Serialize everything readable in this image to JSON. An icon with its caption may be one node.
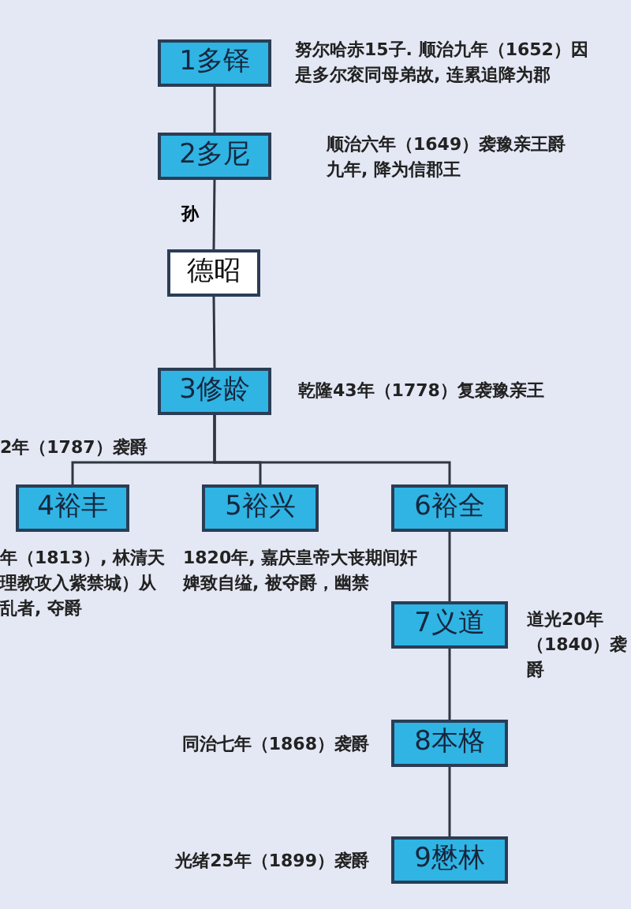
{
  "diagram": {
    "nodes": [
      {
        "text": [
          "1多铎"
        ],
        "beside": [
          "努尔哈赤15子. 顺治九年（1652）因是多尔衮同母弟故, 连累追降为郡"
        ]
      },
      {
        "text": [
          "2多尼"
        ],
        "beside": [
          "顺治六年（1649）袭豫亲王爵九年, 降为信郡王"
        ]
      },
      {
        "text": [
          "德昭"
        ]
      },
      {
        "text": [
          "3修龄"
        ],
        "beside": [
          "乾隆43年（1778）复袭豫亲王"
        ]
      },
      {
        "text": [
          "4裕丰"
        ],
        "beside": [
          "2年（1787）袭爵",
          "年（1813）, 林清天理教攻入紫禁城）从乱者, 夺爵"
        ]
      },
      {
        "text": [
          "5裕兴"
        ],
        "beside": [
          "1820年, 嘉庆皇帝大丧期间奸婢致自缢, 被夺爵，幽禁"
        ]
      },
      {
        "text": [
          "6裕全"
        ]
      },
      {
        "text": [
          "7义道"
        ],
        "beside": [
          "道光20年（1840）袭爵"
        ]
      },
      {
        "text": [
          "8本格"
        ],
        "beside": [
          "同治七年（1868）袭爵"
        ]
      },
      {
        "text": [
          "9懋林"
        ],
        "beside": [
          "光绪25年（1899）袭爵"
        ]
      }
    ],
    "edges": [
      {
        "from": 0,
        "to": 1,
        "arrow": "none"
      },
      {
        "from": 1,
        "to": 2,
        "arrow": "none",
        "label": "孙"
      },
      {
        "from": 2,
        "to": 3,
        "arrow": "none"
      },
      {
        "from": 3,
        "to": 4,
        "arrow": "none"
      },
      {
        "from": 3,
        "to": 5,
        "arrow": "none"
      },
      {
        "from": 3,
        "to": 6,
        "arrow": "none"
      },
      {
        "from": 6,
        "to": 7,
        "arrow": "none"
      },
      {
        "from": 7,
        "to": 8,
        "arrow": "none"
      },
      {
        "from": 8,
        "to": 9,
        "arrow": "none"
      }
    ]
  }
}
